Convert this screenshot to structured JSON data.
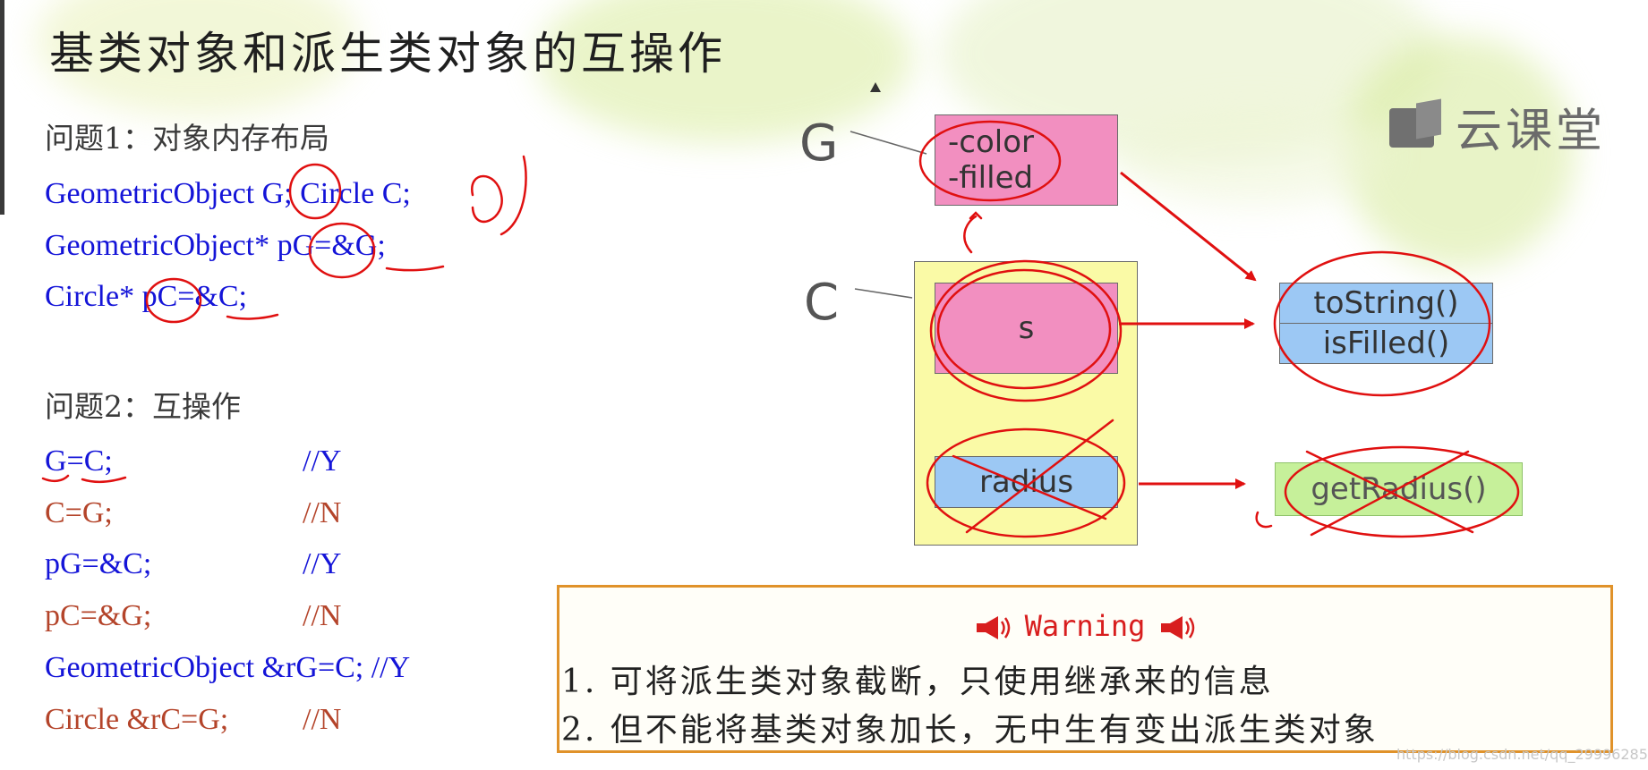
{
  "slide": {
    "title": "基类对象和派生类对象的互操作",
    "logo_text": "云课堂",
    "q1_label": "问题1：对象内存布局",
    "q1_code": [
      "GeometricObject G;     Circle C;",
      "GeometricObject* pG=&G;",
      "Circle* pC=&C;"
    ],
    "q2_label": "问题2：互操作",
    "q2_rows": [
      {
        "code": "G=C;",
        "comment": "//Y",
        "color": "#1414d8"
      },
      {
        "code": "C=G;",
        "comment": "//N",
        "color": "#b4442a"
      },
      {
        "code": "pG=&C;",
        "comment": "//Y",
        "color": "#1414d8"
      },
      {
        "code": "pC=&G;",
        "comment": "//N",
        "color": "#b4442a"
      },
      {
        "code": "GeometricObject &rG=C; //Y",
        "comment": "",
        "color": "#1414d8"
      },
      {
        "code": "Circle &rC=G;",
        "comment": "//N",
        "color": "#b4442a"
      }
    ]
  },
  "diagram": {
    "label_g": "G",
    "label_c": "C",
    "g_fields": [
      "-color",
      "-filled"
    ],
    "s_label": "s",
    "radius_label": "radius",
    "methods": [
      "toString()",
      "isFilled()"
    ],
    "get_radius": "getRadius()",
    "colors": {
      "pink": "#f28fc0",
      "blue": "#9cc8f4",
      "yellow": "#fafaa6",
      "green": "#c6f09a",
      "ink": "#e01010"
    }
  },
  "warning": {
    "title": "Warning",
    "line1": "1. 可将派生类对象截断，只使用继承来的信息",
    "line2": "2. 但不能将基类对象加长，无中生有变出派生类对象"
  },
  "watermark": "https://blog.csdn.net/qq_29996285"
}
